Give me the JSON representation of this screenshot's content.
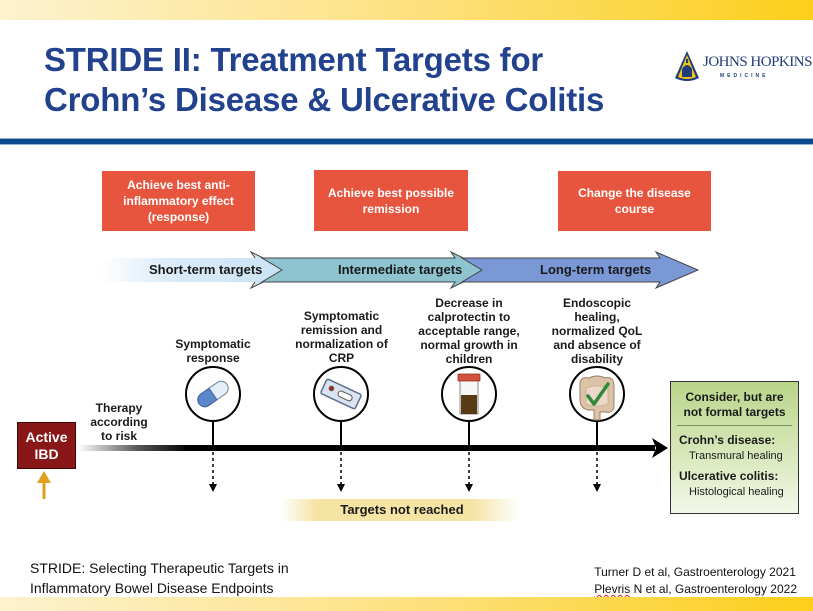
{
  "slide": {
    "title_line1": "STRIDE II: Treatment Targets for",
    "title_line2": "Crohn’s Disease & Ulcerative Colitis",
    "logo": {
      "name": "JOHNS HOPKINS",
      "sub": "MEDICINE"
    },
    "colors": {
      "title": "#22428e",
      "rule": "#0d4b8c",
      "goal_box": "#e8553e",
      "active_ibd": "#8a1717",
      "return_arrow": "#e0a21e",
      "short_term": "#cfe6f6",
      "intermediate": "#8ec3d0",
      "long_term": "#7a97d6"
    }
  },
  "goals": [
    {
      "text": "Achieve best anti-inflammatory effect (response)"
    },
    {
      "text": "Achieve best possible remission"
    },
    {
      "text": "Change the disease course"
    }
  ],
  "phases": [
    {
      "label": "Short-term targets"
    },
    {
      "label": "Intermediate targets"
    },
    {
      "label": "Long-term targets"
    }
  ],
  "milestones": [
    {
      "text": "Symptomatic response",
      "icon": "pill-capsule-icon"
    },
    {
      "text": "Symptomatic remission and normalization of CRP",
      "icon": "crp-test-cassette-icon"
    },
    {
      "text": "Decrease in calprotectin to acceptable range, normal growth in children",
      "icon": "stool-sample-jar-icon"
    },
    {
      "text": "Endoscopic healing, normalized QoL and absence of disability",
      "icon": "healthy-colon-check-icon"
    }
  ],
  "start": {
    "label": "Active IBD",
    "therapy": "Therapy according to risk"
  },
  "loop": {
    "label": "Targets not reached"
  },
  "consider": {
    "heading": "Consider, but are not formal targets",
    "items": [
      {
        "disease": "Crohn’s disease:",
        "target": "Transmural healing"
      },
      {
        "disease": "Ulcerative colitis:",
        "target": "Histological healing"
      }
    ]
  },
  "footer": {
    "definition_line1": "STRIDE: Selecting Therapeutic Targets in",
    "definition_line2": "Inflammatory Bowel Disease Endpoints",
    "ref1": "Turner D et al, Gastroenterology 2021",
    "ref2_author": "Plevris",
    "ref2_rest": " N et al, Gastroenterology 2022"
  }
}
